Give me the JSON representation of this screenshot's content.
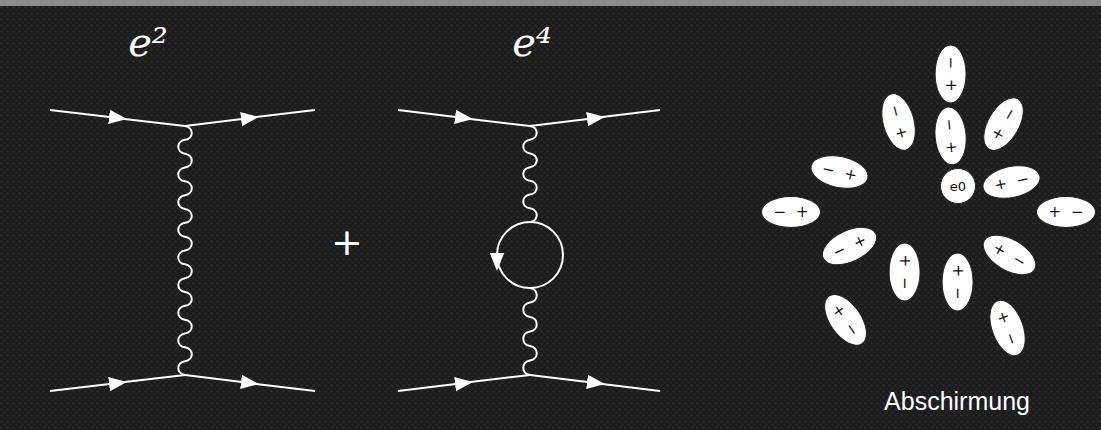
{
  "diagram": {
    "nodes": [
      {
        "text": [
          "−",
          "+"
        ]
      },
      {
        "text": [
          "−",
          "+"
        ]
      },
      {
        "text": [
          "−",
          "+"
        ]
      },
      {
        "text": [
          "+",
          "−"
        ]
      },
      {
        "text": [
          "−",
          "+"
        ]
      },
      {
        "text": [
          "e0"
        ]
      },
      {
        "text": [
          "+",
          "−"
        ]
      },
      {
        "text": [
          "−",
          "+"
        ]
      },
      {
        "text": [
          "+",
          "−"
        ]
      },
      {
        "text": [
          "−",
          "+"
        ]
      },
      {
        "text": [
          "+",
          "−"
        ]
      },
      {
        "text": [
          "+",
          "−"
        ]
      },
      {
        "text": [
          "+",
          "−"
        ]
      },
      {
        "text": [
          "+",
          "−"
        ]
      },
      {
        "text": [
          "+",
          "−"
        ]
      }
    ],
    "labels": [
      "e²",
      "e⁴",
      "+",
      "Abschirmung"
    ]
  }
}
